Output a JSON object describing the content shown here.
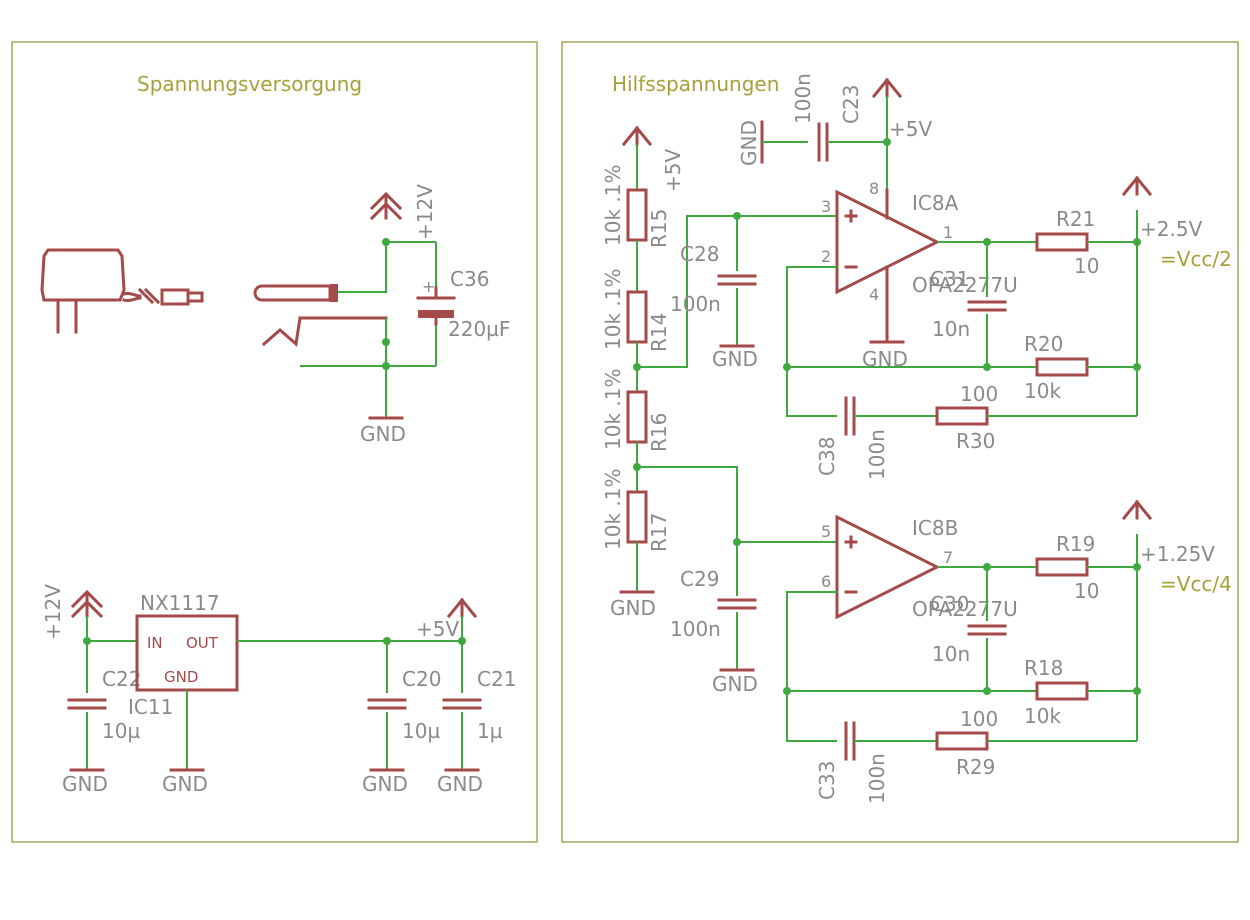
{
  "sections": {
    "left_title": "Spannungsversorgung",
    "right_title": "Hilfsspannungen"
  },
  "power": {
    "v12": "+12V",
    "v5": "+5V",
    "gnd": "GND"
  },
  "parts": {
    "c36": {
      "name": "C36",
      "value": "220µF"
    },
    "ic11": {
      "name": "IC11",
      "type": "NX1117",
      "pin_in": "IN",
      "pin_out": "OUT",
      "pin_gnd": "GND"
    },
    "c22": {
      "name": "C22",
      "value": "10µ"
    },
    "c20": {
      "name": "C20",
      "value": "10µ"
    },
    "c21": {
      "name": "C21",
      "value": "1µ"
    },
    "c23": {
      "name": "C23",
      "value": "100n"
    },
    "r15": {
      "name": "R15",
      "value": "10k .1%"
    },
    "r14": {
      "name": "R14",
      "value": "10k .1%"
    },
    "r16": {
      "name": "R16",
      "value": "10k .1%"
    },
    "r17": {
      "name": "R17",
      "value": "10k .1%"
    },
    "c28": {
      "name": "C28",
      "value": "100n"
    },
    "c29": {
      "name": "C29",
      "value": "100n"
    },
    "ic8a": {
      "name": "IC8A",
      "type": "OPA2277U",
      "pin_plus": "3",
      "pin_minus": "2",
      "pin_out": "1",
      "pin_vcc": "8",
      "pin_gnd": "4"
    },
    "ic8b": {
      "name": "IC8B",
      "type": "OPA2277U",
      "pin_plus": "5",
      "pin_minus": "6",
      "pin_out": "7"
    },
    "c31": {
      "name": "C31",
      "value": "10n"
    },
    "c30": {
      "name": "C30",
      "value": "10n"
    },
    "r21": {
      "name": "R21",
      "value": "10"
    },
    "r20": {
      "name": "R20",
      "value": "10k"
    },
    "r30": {
      "name": "R30",
      "value": "100"
    },
    "c38": {
      "name": "C38",
      "value": "100n"
    },
    "r19": {
      "name": "R19",
      "value": "10"
    },
    "r18": {
      "name": "R18",
      "value": "10k"
    },
    "r29": {
      "name": "R29",
      "value": "100"
    },
    "c33": {
      "name": "C33",
      "value": "100n"
    }
  },
  "nets": {
    "vcc_half": "+2.5V",
    "vcc_half_note": "=Vcc/2",
    "vcc_quarter": "+1.25V",
    "vcc_quarter_note": "=Vcc/4"
  },
  "icons": [
    "wall-adapter-icon",
    "barrel-plug-icon",
    "dc-jack-icon"
  ],
  "colors": {
    "wire": "#3fa93f",
    "part": "#a44a4a",
    "frame": "#a6a65a",
    "text": "#8a8a8a",
    "note": "#a6a03a"
  }
}
